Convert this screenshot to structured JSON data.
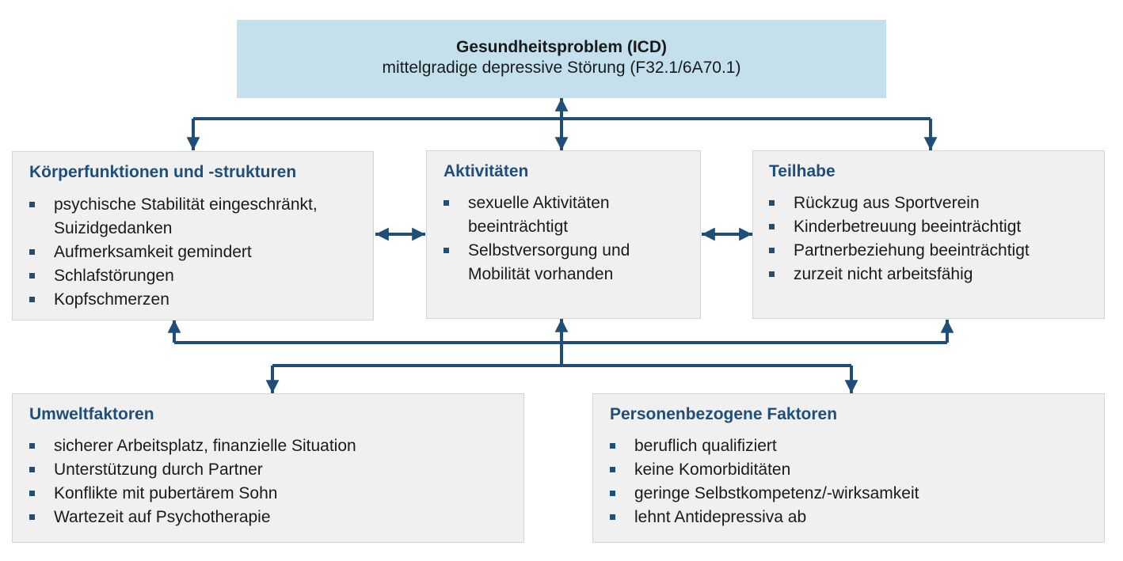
{
  "colors": {
    "connector": "#1f4e79",
    "title_text": "#1f4e79",
    "top_box_bg": "#c4e0ec",
    "box_bg": "#f0f0f0"
  },
  "health_problem": {
    "title": "Gesundheitsproblem (ICD)",
    "subtitle": "mittelgradige depressive Störung (F32.1/6A70.1)"
  },
  "body_functions": {
    "title": "Körperfunktionen und -strukturen",
    "items": [
      "psychische Stabilität eingeschränkt,",
      "Suizidgedanken",
      "Aufmerksamkeit gemindert",
      "Schlafstörungen",
      "Kopfschmerzen"
    ]
  },
  "activities": {
    "title": "Aktivitäten",
    "items": [
      "sexuelle Aktivitäten",
      "beeinträchtigt",
      "Selbstversorgung und",
      "Mobilität vorhanden"
    ]
  },
  "participation": {
    "title": "Teilhabe",
    "items": [
      "Rückzug aus Sportverein",
      "Kinderbetreuung beeinträchtigt",
      "Partnerbeziehung beeinträchtigt",
      "zurzeit nicht arbeitsfähig"
    ]
  },
  "environmental": {
    "title": "Umweltfaktoren",
    "items": [
      "sicherer Arbeitsplatz, finanzielle Situation",
      "Unterstützung durch Partner",
      "Konflikte mit pubertärem Sohn",
      "Wartezeit auf Psychotherapie"
    ]
  },
  "personal": {
    "title": "Personenbezogene Faktoren",
    "items": [
      "beruflich qualifiziert",
      "keine Komorbiditäten",
      "geringe Selbstkompetenz/-wirksamkeit",
      "lehnt Antidepressiva ab"
    ]
  }
}
